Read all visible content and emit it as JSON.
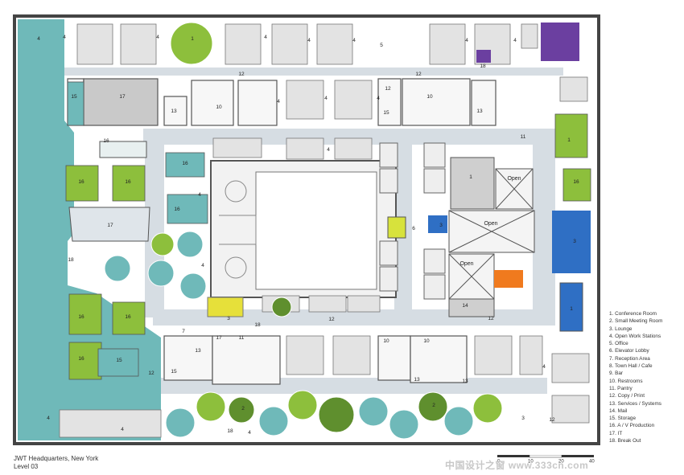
{
  "title": "JWT Headquarters, New York",
  "level": "Level 03",
  "watermark": "中国设计之窗 www.333cn.com",
  "legend": [
    {
      "num": "1",
      "label": "Conference Room"
    },
    {
      "num": "2",
      "label": "Small Meeting Room"
    },
    {
      "num": "3",
      "label": "Lounge"
    },
    {
      "num": "4",
      "label": "Open Work Stations"
    },
    {
      "num": "5",
      "label": "Office"
    },
    {
      "num": "6",
      "label": "Elevator Lobby"
    },
    {
      "num": "7",
      "label": "Reception Area"
    },
    {
      "num": "8",
      "label": "Town Hall / Cafe"
    },
    {
      "num": "9",
      "label": "Bar"
    },
    {
      "num": "10",
      "label": "Restrooms"
    },
    {
      "num": "11",
      "label": "Pantry"
    },
    {
      "num": "12",
      "label": "Copy / Print"
    },
    {
      "num": "13",
      "label": "Services / Systems"
    },
    {
      "num": "14",
      "label": "Mail"
    },
    {
      "num": "15",
      "label": "Storage"
    },
    {
      "num": "16",
      "label": "A / V Production"
    },
    {
      "num": "17",
      "label": "IT"
    },
    {
      "num": "18",
      "label": "Break Out"
    }
  ],
  "open_label": "Open",
  "scale": {
    "labels": [
      "0",
      "10",
      "20",
      "40"
    ]
  },
  "colors": {
    "teal": "#6fb9b9",
    "green": "#8dbf3c",
    "dark_green": "#5f8f2e",
    "blue": "#2f6fc4",
    "purple": "#6b3fa0",
    "orange": "#f07a1e",
    "yellow": "#e6e03a",
    "wall": "#4a4a4a",
    "desk": "#e5e5e5",
    "floor": "#ffffff"
  }
}
